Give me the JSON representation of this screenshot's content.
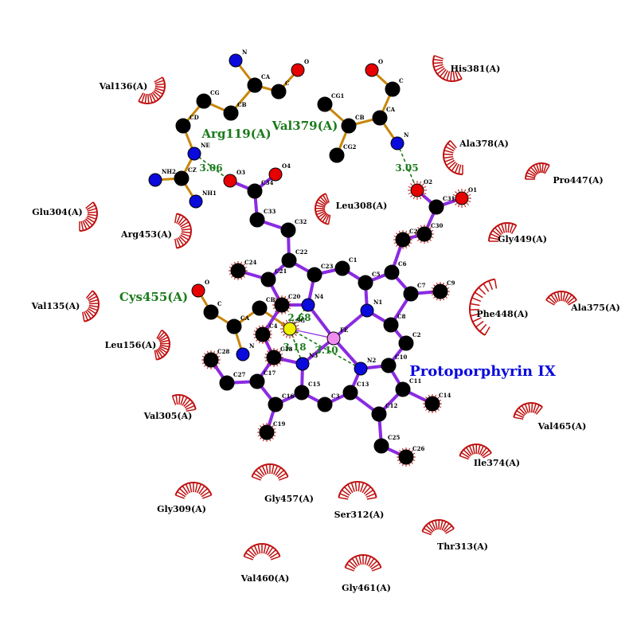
{
  "colors": {
    "ligand_bond": "#8a2be2",
    "residue_bond": "#c8860b",
    "carbon": "#000000",
    "nitrogen": "#0a0adc",
    "oxygen": "#e60000",
    "sulfur": "#f0f000",
    "iron": "#f08cf0",
    "hbond": "#1a7a1a",
    "hydrophobic": "#c01010",
    "residue_label": "#1a7a1a",
    "ligand_label": "#0a0adc",
    "text": "#000000"
  },
  "ligand_name": "Protoporphyrin IX",
  "bonded_residues": [
    "Arg119(A)",
    "Val379(A)",
    "Cys455(A)"
  ],
  "hbond_distances": [
    "3.06",
    "3.05",
    "2.68",
    "3.18",
    "3.10"
  ],
  "hydrophobic_residues": [
    "Val136(A)",
    "His381(A)",
    "Ala378(A)",
    "Pro447(A)",
    "Glu304(A)",
    "Leu308(A)",
    "Arg453(A)",
    "Gly449(A)",
    "Val135(A)",
    "Phe448(A)",
    "Ala375(A)",
    "Leu156(A)",
    "Val305(A)",
    "Val465(A)",
    "Ile374(A)",
    "Gly309(A)",
    "Gly457(A)",
    "Ser312(A)",
    "Thr313(A)",
    "Val460(A)",
    "Gly461(A)"
  ],
  "atoms": {
    "arg119": [
      "N",
      "CA",
      "C",
      "O",
      "CB",
      "CG",
      "CD",
      "NE",
      "CZ",
      "NH2",
      "NH1"
    ],
    "val379": [
      "O",
      "C",
      "CA",
      "CG1",
      "CB",
      "CG2",
      "N"
    ],
    "cys455": [
      "O",
      "C",
      "CA",
      "CB",
      "N",
      "SG"
    ],
    "ligand": [
      "O3",
      "O4",
      "C34",
      "C33",
      "C32",
      "C22",
      "C24",
      "C21",
      "C20",
      "N4",
      "C23",
      "C1",
      "C5",
      "C6",
      "C29",
      "C30",
      "C31",
      "O2",
      "O1",
      "C7",
      "C9",
      "N1",
      "C8",
      "C2",
      "FE",
      "C4",
      "C18",
      "N3",
      "C15",
      "C16",
      "C19",
      "C17",
      "C27",
      "C28",
      "C3",
      "C13",
      "N2",
      "C10",
      "C12",
      "C11",
      "C14",
      "C25",
      "C26"
    ]
  }
}
